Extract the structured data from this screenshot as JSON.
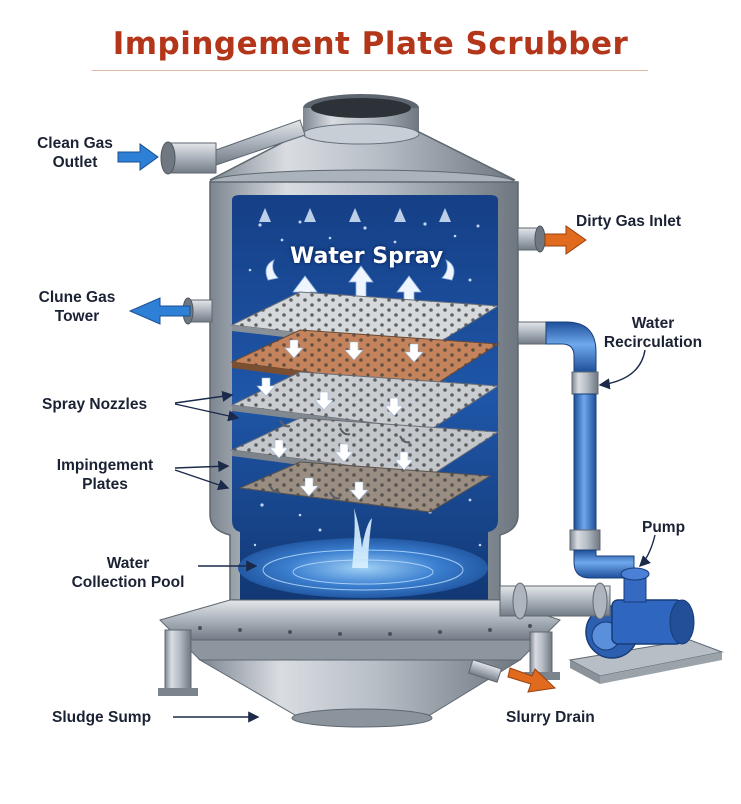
{
  "title": "Impingement Plate Scrubber",
  "colors": {
    "title": "#b3361a",
    "label": "#1b2233",
    "steel": "#9aa3ad",
    "water": "#1d4f9c",
    "pipe_blue": "#2f6fc4",
    "arrow_orange": "#e06a1e",
    "arrow_blue": "#2e7fd6"
  },
  "labels": {
    "clean_gas_outlet": [
      "Clean Gas",
      "Outlet"
    ],
    "clune_gas_tower": [
      "Clune Gas",
      "Tower"
    ],
    "spray_nozzles": "Spray Nozzles",
    "impingement_plates": [
      "Impingement",
      "Plates"
    ],
    "water_collection_pool": [
      "Water",
      "Collection Pool"
    ],
    "sludge_sump": "Sludge Sump",
    "dirty_gas_inlet": "Dirty Gas Inlet",
    "water_recirculation": [
      "Water",
      "Recirculation"
    ],
    "pump": "Pump",
    "slurry_drain": "Slurry Drain",
    "water_spray": "Water Spray"
  },
  "icons": [
    "inlet-arrow-icon",
    "outlet-arrow-icon",
    "spray-arrow-icon",
    "pump-icon"
  ]
}
